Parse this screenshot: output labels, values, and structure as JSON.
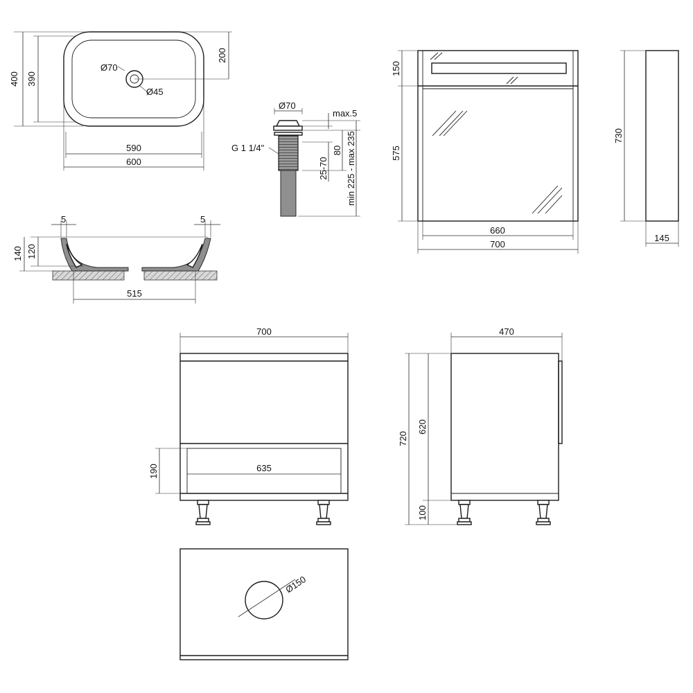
{
  "colors": {
    "line": "#1a1a1a",
    "hatch": "#555555",
    "fill_gray": "#8f8f8f",
    "background": "#ffffff"
  },
  "basin_top": {
    "width_outer": "600",
    "width_inner": "590",
    "depth_outer": "400",
    "depth_inner": "390",
    "half_depth": "200",
    "drain_outer": "Ø70",
    "drain_inner": "Ø45"
  },
  "drain": {
    "cap_diameter": "Ø70",
    "cap_gap": "max.5",
    "thread": "G 1 1/4\"",
    "body_height": "80",
    "counter_range": "25-70",
    "total_range": "min 225 - max 235"
  },
  "basin_section": {
    "rim_left": "5",
    "rim_right": "5",
    "total_height": "140",
    "bowl_height": "120",
    "base_width": "515"
  },
  "mirror_front": {
    "top_band": "150",
    "glass_height": "575",
    "inner_width": "660",
    "outer_width": "700"
  },
  "mirror_side": {
    "height": "730",
    "depth": "145"
  },
  "cabinet_front": {
    "width": "700",
    "shelf_height": "190",
    "shelf_width": "635"
  },
  "cabinet_side": {
    "depth": "470",
    "total_height": "720",
    "body_height": "620",
    "leg_height": "100"
  },
  "cabinet_top": {
    "hole_diameter": "Ø150"
  }
}
